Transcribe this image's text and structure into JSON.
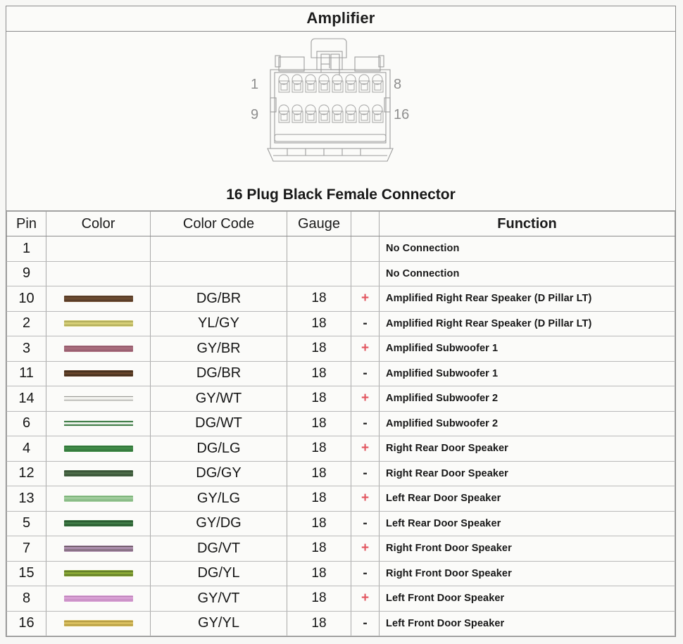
{
  "header": {
    "title": "Amplifier"
  },
  "connector": {
    "caption": "16 Plug Black Female Connector",
    "pin_label_top_left": "1",
    "pin_label_top_right": "8",
    "pin_label_bottom_left": "9",
    "pin_label_bottom_right": "16",
    "rows": 2,
    "columns": 8
  },
  "table": {
    "columns": [
      "Pin",
      "Color",
      "Color Code",
      "Gauge",
      "",
      "Function"
    ],
    "polarity_colors": {
      "positive": "#e2555f",
      "negative": "#2b2b2b"
    },
    "rows": [
      {
        "pin": "1",
        "wire": {
          "base": "",
          "stripe": ""
        },
        "code": "",
        "gauge": "",
        "polarity": "",
        "function": "No Connection"
      },
      {
        "pin": "9",
        "wire": {
          "base": "",
          "stripe": ""
        },
        "code": "",
        "gauge": "",
        "polarity": "",
        "function": "No Connection"
      },
      {
        "pin": "10",
        "wire": {
          "base": "#6b4a30",
          "stripe": "#4a3220"
        },
        "code": "DG/BR",
        "gauge": "18",
        "polarity": "+",
        "function": "Amplified Right Rear Speaker (D Pillar LT)"
      },
      {
        "pin": "2",
        "wire": {
          "base": "#d6cf76",
          "stripe": "#b3ae5c"
        },
        "code": "YL/GY",
        "gauge": "18",
        "polarity": "-",
        "function": "Amplified Right Rear Speaker (D Pillar LT)"
      },
      {
        "pin": "3",
        "wire": {
          "base": "#a86c7c",
          "stripe": "#8d5566"
        },
        "code": "GY/BR",
        "gauge": "18",
        "polarity": "+",
        "function": "Amplified Subwoofer 1"
      },
      {
        "pin": "11",
        "wire": {
          "base": "#67452b",
          "stripe": "#46301d"
        },
        "code": "DG/BR",
        "gauge": "18",
        "polarity": "-",
        "function": "Amplified Subwoofer 1"
      },
      {
        "pin": "14",
        "wire": {
          "base": "#f2f2ee",
          "stripe": "#9a9a96"
        },
        "code": "GY/WT",
        "gauge": "18",
        "polarity": "+",
        "function": "Amplified Subwoofer 2"
      },
      {
        "pin": "6",
        "wire": {
          "base": "#e9efe7",
          "stripe": "#3f7d47"
        },
        "code": "DG/WT",
        "gauge": "18",
        "polarity": "-",
        "function": "Amplified Subwoofer 2"
      },
      {
        "pin": "4",
        "wire": {
          "base": "#3f8a47",
          "stripe": "#2c6a33"
        },
        "code": "DG/LG",
        "gauge": "18",
        "polarity": "+",
        "function": "Right Rear Door Speaker"
      },
      {
        "pin": "12",
        "wire": {
          "base": "#4c6b48",
          "stripe": "#3a5538"
        },
        "code": "DG/GY",
        "gauge": "18",
        "polarity": "-",
        "function": "Right Rear Door Speaker"
      },
      {
        "pin": "13",
        "wire": {
          "base": "#9fcb9b",
          "stripe": "#6ea96c"
        },
        "code": "GY/LG",
        "gauge": "18",
        "polarity": "+",
        "function": "Left Rear Door Speaker"
      },
      {
        "pin": "5",
        "wire": {
          "base": "#3e7a45",
          "stripe": "#2a5c31"
        },
        "code": "GY/DG",
        "gauge": "18",
        "polarity": "-",
        "function": "Left Rear Door Speaker"
      },
      {
        "pin": "7",
        "wire": {
          "base": "#a88ba8",
          "stripe": "#5a4a52"
        },
        "code": "DG/VT",
        "gauge": "18",
        "polarity": "+",
        "function": "Right Front  Door Speaker"
      },
      {
        "pin": "15",
        "wire": {
          "base": "#8aa836",
          "stripe": "#65802a"
        },
        "code": "DG/YL",
        "gauge": "18",
        "polarity": "-",
        "function": "Right Front  Door Speaker"
      },
      {
        "pin": "8",
        "wire": {
          "base": "#d79ed3",
          "stripe": "#b97fb5"
        },
        "code": "GY/VT",
        "gauge": "18",
        "polarity": "+",
        "function": "Left Front  Door Speaker"
      },
      {
        "pin": "16",
        "wire": {
          "base": "#d9bf5e",
          "stripe": "#b89f46"
        },
        "code": "GY/YL",
        "gauge": "18",
        "polarity": "-",
        "function": "Left Front  Door Speaker"
      }
    ]
  }
}
